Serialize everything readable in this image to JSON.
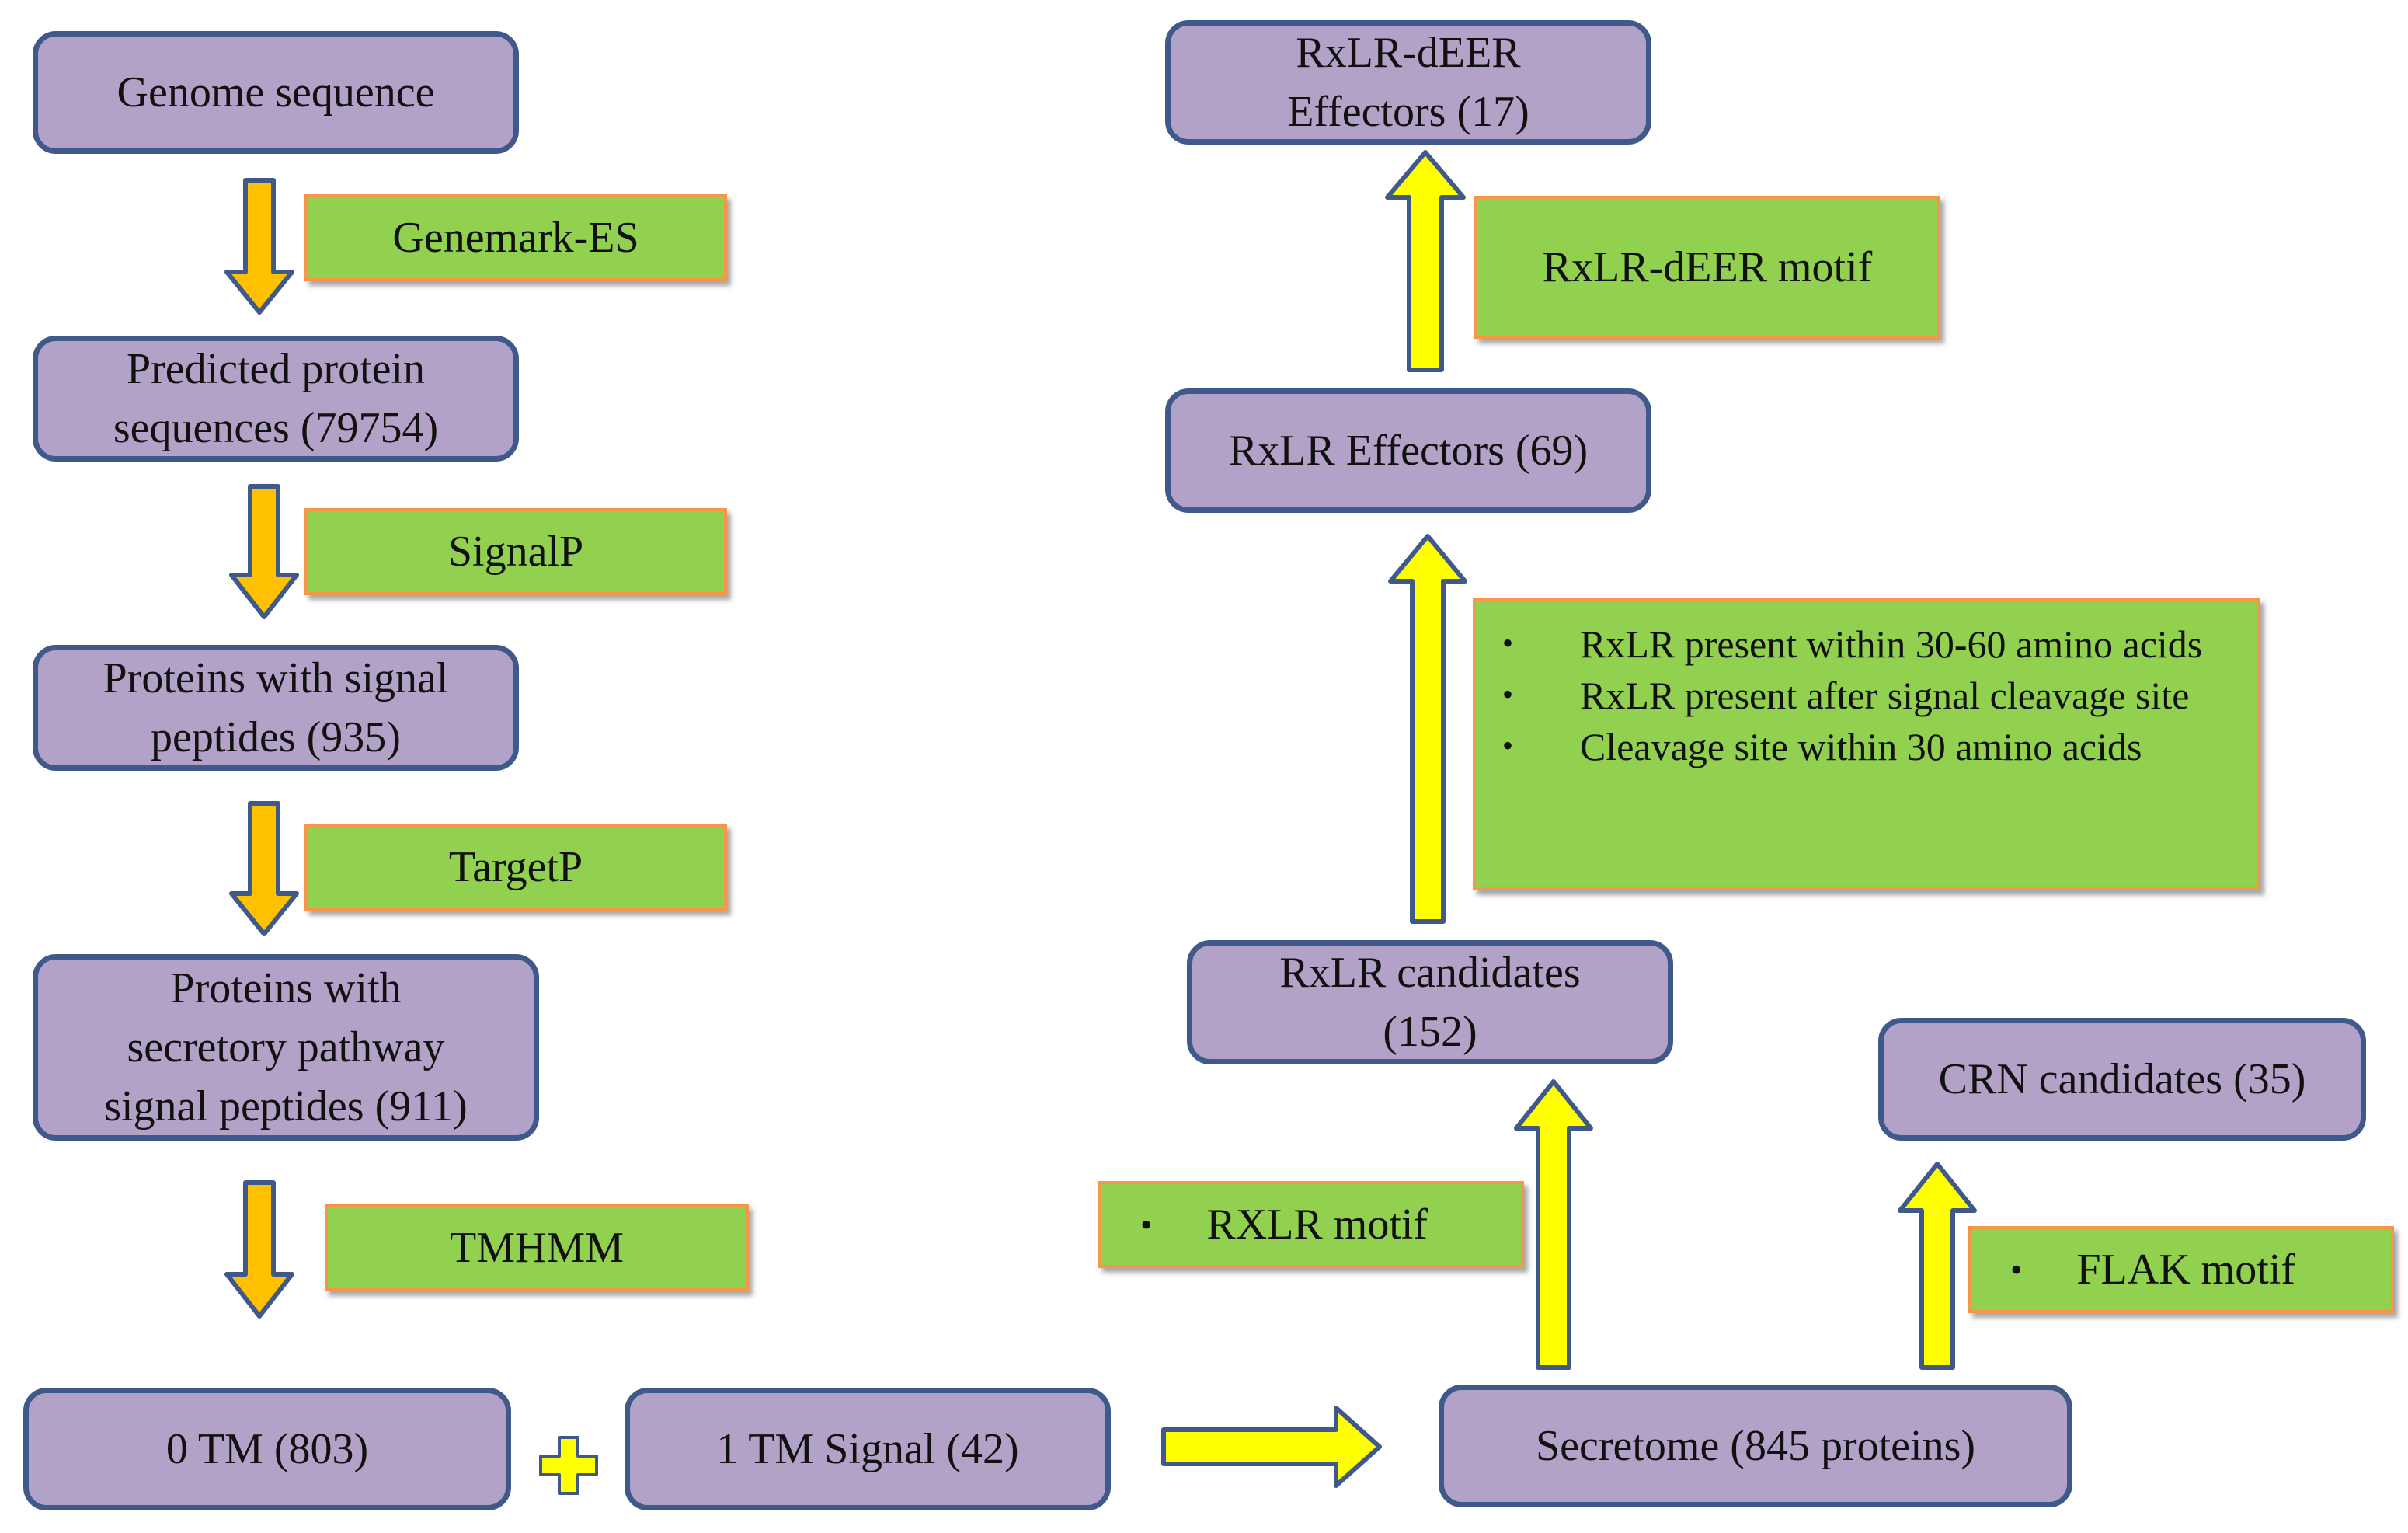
{
  "nodes": {
    "genome": "Genome sequence",
    "predicted": "Predicted protein\nsequences (79754)",
    "signal_peptides": "Proteins with signal\npeptides (935)",
    "secretory": "Proteins with\nsecretory pathway\nsignal peptides (911)",
    "tm0": "0 TM (803)",
    "tm1": "1 TM Signal (42)",
    "secretome": "Secretome (845 proteins)",
    "rxlr_candidates": "RxLR candidates\n(152)",
    "crn_candidates": "CRN candidates (35)",
    "rxlr_effectors": "RxLR Effectors (69)",
    "deer_effectors": "RxLR-dEER\nEffectors (17)"
  },
  "tools": {
    "genemark": "Genemark-ES",
    "signalp": "SignalP",
    "targetp": "TargetP",
    "tmhmm": "TMHMM",
    "deer_motif": "RxLR-dEER motif"
  },
  "motifs": {
    "bullet": "•",
    "rxlr": "RXLR motif",
    "flak": "FLAK motif"
  },
  "criteria": [
    "RxLR present within 30-60 amino acids",
    "RxLR present after signal cleavage site",
    "Cleavage site within 30 amino acids"
  ],
  "colors": {
    "node_fill": "#b3a2c7",
    "node_border": "#3f5a8a",
    "label_fill": "#92d050",
    "label_border": "#f79646",
    "arrow_orange": "#ffc000",
    "arrow_yellow": "#ffff00"
  }
}
